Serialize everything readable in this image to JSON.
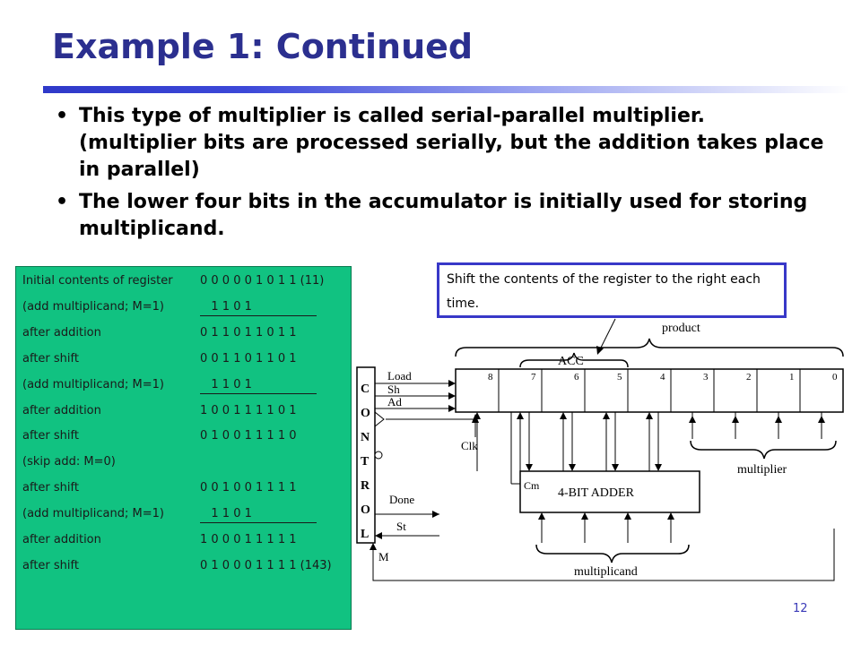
{
  "slide": {
    "title": "Example 1: Continued",
    "page_number": "12"
  },
  "bullets": [
    {
      "bullet": "•",
      "text": "This type of multiplier is called serial-parallel multiplier. (multiplier bits are processed serially, but the addition takes place in parallel)"
    },
    {
      "bullet": "•",
      "text": "The lower four bits in the accumulator is initially used for storing multiplicand."
    }
  ],
  "register_trace": [
    {
      "label": "Initial contents of register",
      "value": "0 0 0 0 0 1 0 1 1 (11)",
      "underline": false
    },
    {
      "label": "(add multiplicand; M=1)",
      "value": "   1 1 0 1",
      "underline": true
    },
    {
      "label": "after addition",
      "value": "0 1 1 0 1 1 0 1 1",
      "underline": false
    },
    {
      "label": "after shift",
      "value": "0 0 1 1 0 1 1 0 1",
      "underline": false
    },
    {
      "label": "(add multiplicand; M=1)",
      "value": "   1 1 0 1",
      "underline": true
    },
    {
      "label": "after addition",
      "value": "1 0 0 1 1 1 1 0 1",
      "underline": false
    },
    {
      "label": "after shift",
      "value": "0 1 0 0 1 1 1 1 0",
      "underline": false
    },
    {
      "label": "(skip add: M=0)",
      "value": "",
      "underline": false
    },
    {
      "label": "after shift",
      "value": "0 0 1 0 0 1 1 1 1",
      "underline": false
    },
    {
      "label": "(add multiplicand; M=1)",
      "value": "   1 1 0 1",
      "underline": true
    },
    {
      "label": "after addition",
      "value": "1 0 0 0 1 1 1 1 1",
      "underline": false
    },
    {
      "label": "after shift",
      "value": "0 1 0 0 0 1 1 1 1 (143)",
      "underline": false
    }
  ],
  "callout": {
    "text": "Shift the contents of the register to the right each time."
  },
  "diagram": {
    "product_label": "product",
    "acc_label": "ACC",
    "bit_labels": [
      "8",
      "7",
      "6",
      "5",
      "4",
      "3",
      "2",
      "1",
      "0"
    ],
    "control_letters": [
      "C",
      "O",
      "N",
      "T",
      "R",
      "O",
      "L"
    ],
    "signals": {
      "load": "Load",
      "sh": "Sh",
      "ad": "Ad",
      "clk": "Clk",
      "done": "Done",
      "st": "St",
      "m": "M",
      "cm": "Cm"
    },
    "adder_label": "4-BIT ADDER",
    "multiplier_label": "multiplier",
    "multiplicand_label": "multiplicand"
  },
  "colors": {
    "title": "#2b2f8f",
    "green_box": "#11c281",
    "callout_border": "#3838c8",
    "page_number": "#3a3ab8"
  }
}
